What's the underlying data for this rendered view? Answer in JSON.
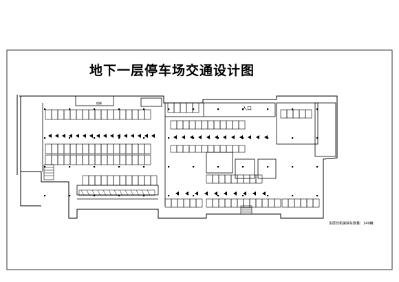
{
  "drawing": {
    "title": "地下一层停车场交通设计图",
    "entrance_label": "入口",
    "stair_label": "楼梯",
    "note": "本层非机械停车数量：149辆"
  },
  "colors": {
    "line": "#000000",
    "background": "#ffffff"
  }
}
